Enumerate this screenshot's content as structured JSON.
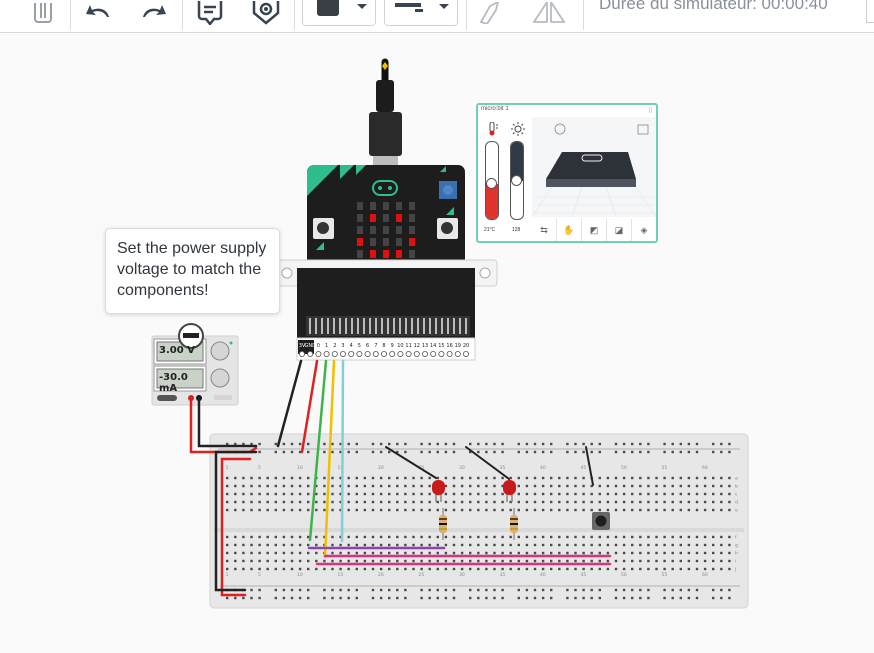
{
  "toolbar": {
    "buttons": [
      {
        "name": "delete-button",
        "icon": "trash-icon"
      },
      {
        "name": "undo-button",
        "icon": "undo-icon"
      },
      {
        "name": "redo-button",
        "icon": "redo-icon"
      },
      {
        "name": "notes-button",
        "icon": "note-icon"
      },
      {
        "name": "visibility-button",
        "icon": "eye-icon"
      },
      {
        "name": "color-picker",
        "icon": "chevron-down-icon"
      },
      {
        "name": "line-style-picker",
        "icon": "chevron-down-icon"
      },
      {
        "name": "rotate-button",
        "icon": "rotate-icon"
      },
      {
        "name": "flip-button",
        "icon": "flip-icon"
      }
    ],
    "color_swatch": "#3a3f45",
    "timer_text": "Durée du simulateur: 00:00:40"
  },
  "tooltip": {
    "text": "Set the power supply voltage to match the components!"
  },
  "power_supply": {
    "voltage": "3.00 V",
    "current": "-30.0 mA"
  },
  "simulator_panel": {
    "title": "micro:bit 1",
    "temperature": "21°C",
    "light_level": "128",
    "temperature_level": 0.45,
    "light_level_fraction": 0.5
  },
  "microbit": {
    "pin_labels": [
      "3V",
      "GND",
      "0",
      "1",
      "2",
      "3",
      "4",
      "5",
      "6",
      "7",
      "8",
      "9",
      "10",
      "11",
      "12",
      "13",
      "14",
      "15",
      "16",
      "19",
      "20"
    ]
  },
  "breadboard": {
    "column_numbers": [
      "1",
      "5",
      "10",
      "15",
      "20",
      "25",
      "30",
      "35",
      "40",
      "45",
      "50",
      "55",
      "60"
    ],
    "row_letters_top": [
      "a",
      "b",
      "c",
      "d",
      "e"
    ],
    "row_letters_bottom": [
      "f",
      "g",
      "h",
      "i",
      "j"
    ]
  },
  "colors": {
    "accent": "#2ebd8f",
    "wire_red": "#e02020",
    "wire_black": "#222222",
    "wire_green": "#3cb44b",
    "wire_yellow": "#f0c000",
    "wire_cyan": "#7fd0d8",
    "wire_purple": "#8e44ad",
    "wire_magenta": "#d63384"
  }
}
